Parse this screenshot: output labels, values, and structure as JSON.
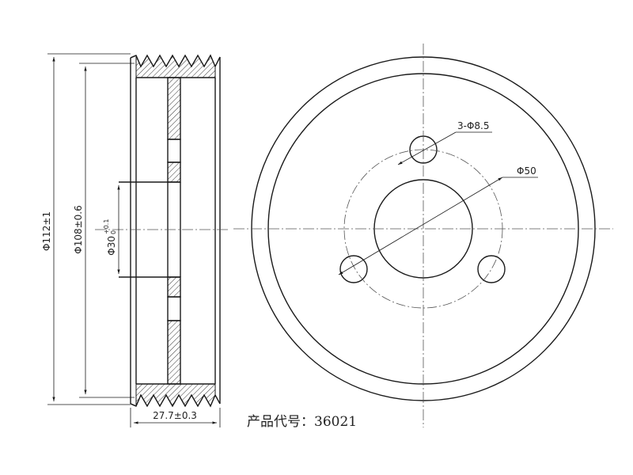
{
  "side_view": {
    "dim_outer_diameter": "Φ112±1",
    "dim_groove_diameter": "Φ108±0.6",
    "dim_bore_base": "Φ30",
    "dim_bore_tol_upper": "+0.1",
    "dim_bore_tol_lower": "0",
    "dim_width": "27.7±0.3"
  },
  "front_view": {
    "dim_holes": "3-Φ8.5",
    "dim_pitch_circle": "Φ50"
  },
  "product_code_label": "产品代号：36021",
  "colors": {
    "line": "#1a1a1a",
    "hatch": "#333333",
    "center_line": "#555555"
  }
}
